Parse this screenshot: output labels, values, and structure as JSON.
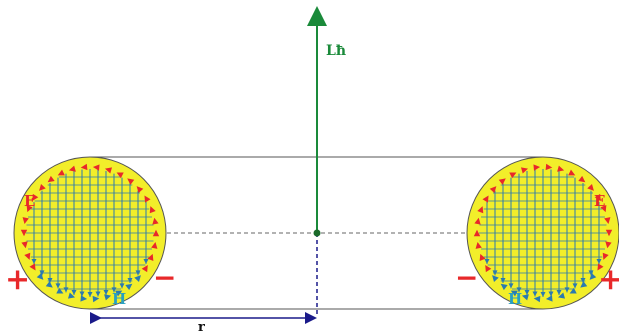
{
  "labels": {
    "axis": "Lħ",
    "radius": "r",
    "e_left": "E",
    "e_right": "E",
    "h_left": "H",
    "h_right": "H"
  },
  "signs": {
    "left_plus": "+",
    "left_minus": "−",
    "right_minus": "−",
    "right_plus": "+"
  },
  "colors": {
    "axis": "#1a8a3a",
    "fill": "#f2ee2a",
    "outline": "#555555",
    "grid": "#2a7ab0",
    "arrows_red": "#e8282a",
    "label_e": "#e8282a",
    "label_h": "#2aa0c0",
    "sign": "#e8282a",
    "dim": "#1a1a8a",
    "dashed": "#666666"
  }
}
